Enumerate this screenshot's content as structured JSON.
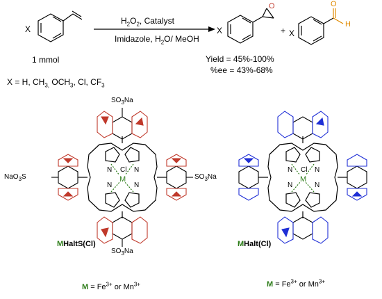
{
  "reaction": {
    "reagent_top": "H2O2, Catalyst",
    "reagent_bottom": "Imidazole, H2O/ MeOH",
    "substrate_amount": "1 mmol",
    "substituent_prefix": "X = H, CH",
    "substituent_list": "X = H, CH3, OCH3, Cl, CF3",
    "yield": "Yield = 45%-100%",
    "ee": "%ee = 43%-68%",
    "plus": "+",
    "x_label": "X",
    "aldehyde_o": "O",
    "aldehyde_h": "H",
    "epoxide_o": "O"
  },
  "left_catalyst": {
    "name_prefix": "M",
    "name_rest": "HaltS(Cl)",
    "sulfonate": "SO3Na",
    "sulfonate_left": "NaO3S",
    "metal": "M",
    "axial": "Cl",
    "nitrogen": "N",
    "metal_note_prefix": "M",
    "metal_note": "= Fe3+ or Mn3+"
  },
  "right_catalyst": {
    "name_prefix": "M",
    "name_rest": "Halt(Cl)",
    "metal": "M",
    "axial": "Cl",
    "nitrogen": "N",
    "metal_note_prefix": "M",
    "metal_note": "= Fe3+ or Mn3+"
  },
  "colors": {
    "left_substituent": "#c0392b",
    "right_substituent": "#1f2fd6",
    "metal_label": "#2e7d1a",
    "aldehyde": "#e08a00"
  }
}
